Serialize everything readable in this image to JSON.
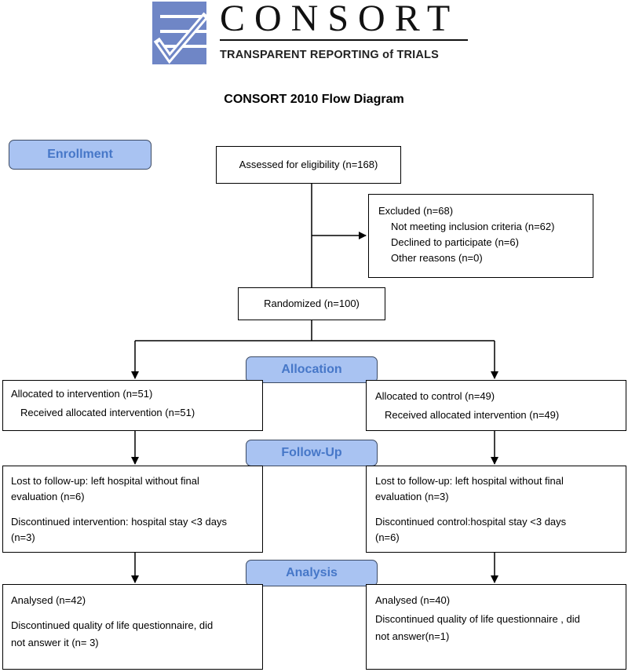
{
  "logo": {
    "word": "CONSORT",
    "tagline": "TRANSPARENT REPORTING of TRIALS"
  },
  "title": "CONSORT 2010 Flow Diagram",
  "stages": {
    "enrollment": "Enrollment",
    "allocation": "Allocation",
    "follow_up": "Follow-Up",
    "analysis": "Analysis"
  },
  "enrollment": {
    "assessed": "Assessed for eligibility (n=168)",
    "excluded": {
      "label": "Excluded (n=68)",
      "reasons": [
        "Not meeting inclusion criteria (n=62)",
        "Declined to participate (n=6)",
        "Other reasons (n=0)"
      ]
    },
    "randomized": "Randomized (n=100)"
  },
  "intervention": {
    "allocated": "Allocated to intervention (n=51)",
    "received": "Received allocated intervention (n=51)",
    "lost_line1": "Lost to follow-up: left hospital without final",
    "lost_line2": "evaluation (n=6)",
    "discontinued_line1": "Discontinued intervention: hospital stay <3 days",
    "discontinued_line2": "(n=3)",
    "analysed": "Analysed (n=42)",
    "analysis_note_line1": "Discontinued quality of life questionnaire, did",
    "analysis_note_line2": "not answer it (n= 3)"
  },
  "control": {
    "allocated": "Allocated to control (n=49)",
    "received": "Received allocated intervention (n=49)",
    "lost_line1": "Lost to follow-up: left hospital without final",
    "lost_line2": "evaluation (n=3)",
    "discontinued_line1": "Discontinued control:hospital stay <3 days",
    "discontinued_line2": "(n=6)",
    "analysed": "Analysed (n=40)",
    "analysis_note_line1": "Discontinued quality of life questionnaire , did",
    "analysis_note_line2": "not answer(n=1)"
  },
  "colors": {
    "stage_fill": "#a9c3f2",
    "stage_text": "#4677c8",
    "logo_blue": "#6f86c6"
  }
}
